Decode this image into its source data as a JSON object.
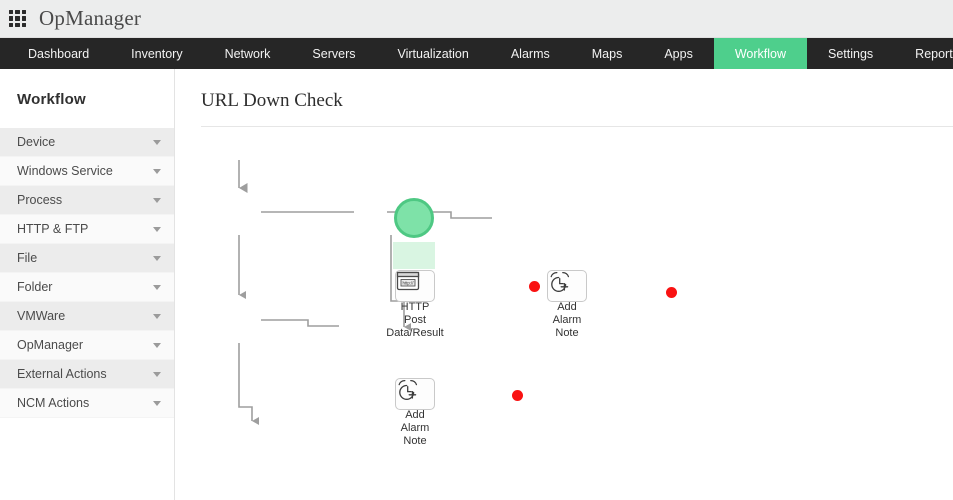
{
  "header": {
    "app_title": "OpManager",
    "grid_icon": "apps-grid-icon",
    "bg": "#eceded"
  },
  "nav": {
    "accent": "#4ecf8c",
    "bg": "#262626",
    "items": [
      {
        "label": "Dashboard",
        "active": false
      },
      {
        "label": "Inventory",
        "active": false
      },
      {
        "label": "Network",
        "active": false
      },
      {
        "label": "Servers",
        "active": false
      },
      {
        "label": "Virtualization",
        "active": false
      },
      {
        "label": "Alarms",
        "active": false
      },
      {
        "label": "Maps",
        "active": false
      },
      {
        "label": "Apps",
        "active": false
      },
      {
        "label": "Workflow",
        "active": true
      },
      {
        "label": "Settings",
        "active": false
      },
      {
        "label": "Reports",
        "active": false
      }
    ]
  },
  "sidebar": {
    "title": "Workflow",
    "items": [
      {
        "label": "Device",
        "icon": "chevron-down-icon"
      },
      {
        "label": "Windows Service",
        "icon": "chevron-down-icon"
      },
      {
        "label": "Process",
        "icon": "chevron-down-icon"
      },
      {
        "label": "HTTP & FTP",
        "icon": "chevron-down-icon"
      },
      {
        "label": "File",
        "icon": "chevron-down-icon"
      },
      {
        "label": "Folder",
        "icon": "chevron-down-icon"
      },
      {
        "label": "VMWare",
        "icon": "chevron-down-icon"
      },
      {
        "label": "OpManager",
        "icon": "chevron-down-icon"
      },
      {
        "label": "External Actions",
        "icon": "chevron-down-icon"
      },
      {
        "label": "NCM Actions",
        "icon": "chevron-down-icon"
      }
    ]
  },
  "main": {
    "page_title": "URL Down Check",
    "workflow": {
      "start_node": {
        "name": "start-node",
        "fill": "#7ee2a8",
        "border": "#4ec883"
      },
      "nodes": [
        {
          "id": "http-post",
          "icon": "browser-window-http-icon",
          "icon_text": "http://",
          "label_lines": [
            "HTTP",
            "Post",
            "Data/Result"
          ]
        },
        {
          "id": "add-alarm-note-1",
          "icon": "alarm-clock-plus-icon",
          "label_lines": [
            "Add",
            "Alarm",
            "Note"
          ]
        },
        {
          "id": "add-alarm-note-2",
          "icon": "alarm-clock-plus-icon",
          "label_lines": [
            "Add",
            "Alarm",
            "Note"
          ]
        }
      ],
      "endpoints": [
        {
          "id": "endpoint-1",
          "color": "#f91212"
        },
        {
          "id": "endpoint-2",
          "color": "#f91212"
        },
        {
          "id": "endpoint-3",
          "color": "#f91212"
        }
      ],
      "connector_color": "#9e9e9e",
      "highlight_color": "#d9f5e2"
    }
  }
}
